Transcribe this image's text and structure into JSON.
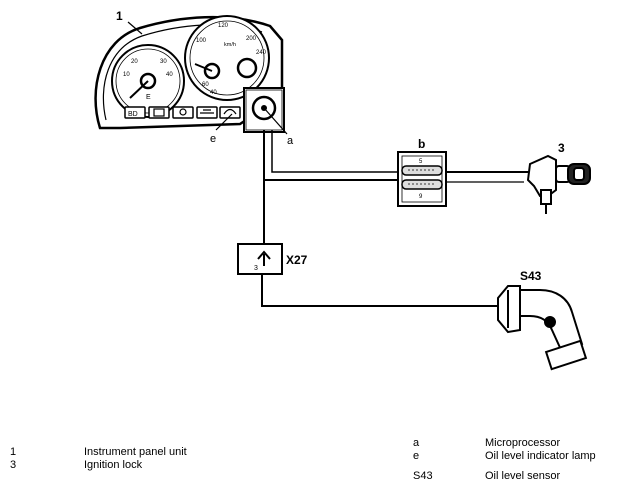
{
  "labels": {
    "instrument_cluster": "1",
    "ignition_lock": "3",
    "connector_b": "b",
    "connector_x27": "X27",
    "x27_pin": "3",
    "sensor_s43": "S43",
    "point_a": "a",
    "point_e": "e",
    "connector_b_pin_top": "5",
    "connector_b_pin_bottom": "9"
  },
  "cluster_markings": {
    "tach_left_1": "20",
    "tach_right_1": "30",
    "tach_left_2": "10",
    "tach_right_2": "40",
    "speedo_top": "120",
    "speedo_kmh": "km/h",
    "speedo_left": "100",
    "speedo_right": "200",
    "speedo_low": "60",
    "speedo_bottom": "40",
    "speedo_240": "240",
    "small_gauge_fuel": "E",
    "warn_1": "BD",
    "warn_2": "oil"
  },
  "legend": {
    "left": [
      {
        "key": "1",
        "desc": "Instrument panel unit"
      },
      {
        "key": "3",
        "desc": "Ignition lock"
      }
    ],
    "right": [
      {
        "key": "a",
        "desc": "Microprocessor"
      },
      {
        "key": "e",
        "desc": "Oil level indicator lamp"
      },
      {
        "key": "S43",
        "desc": "Oil level sensor"
      }
    ]
  }
}
